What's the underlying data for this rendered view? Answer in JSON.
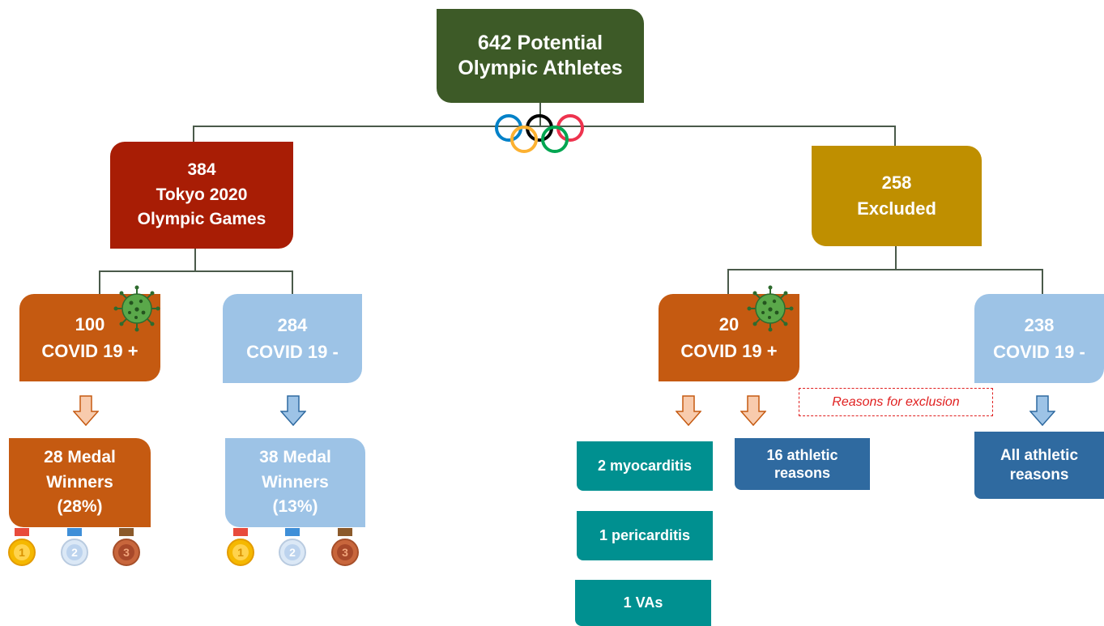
{
  "colors": {
    "top": "#3d5a27",
    "tokyo": "#a81d05",
    "excluded": "#bf8f00",
    "covid_pos": "#c55a11",
    "covid_neg": "#9dc3e6",
    "teal": "#009090",
    "blue": "#2f6aa0",
    "connector": "#4a5a4a",
    "exclusion_red": "#e02020"
  },
  "root": {
    "line1": "642 Potential",
    "line2": "Olympic Athletes",
    "icon": "olympic-rings-icon"
  },
  "tokyo": {
    "line1": "384",
    "line2": "Tokyo 2020",
    "line3": "Olympic Games"
  },
  "excluded": {
    "line1": "258",
    "line2": "Excluded"
  },
  "tokyo_pos": {
    "line1": "100",
    "line2": "COVID 19 +",
    "icon": "virus-icon"
  },
  "tokyo_neg": {
    "line1": "284",
    "line2": "COVID 19 -"
  },
  "excl_pos": {
    "line1": "20",
    "line2": "COVID 19 +",
    "icon": "virus-icon"
  },
  "excl_neg": {
    "line1": "238",
    "line2": "COVID 19 -"
  },
  "medal_pos": {
    "line1": "28 Medal",
    "line2": "Winners",
    "line3": "(28%)"
  },
  "medal_neg": {
    "line1": "38 Medal",
    "line2": "Winners",
    "line3": "(13%)"
  },
  "medals": [
    "1",
    "2",
    "3"
  ],
  "reasons_label": "Reasons for exclusion",
  "reasons": {
    "myocarditis": "2 myocarditis",
    "pericarditis": "1 pericarditis",
    "vas": "1 VAs",
    "athletic16_line1": "16 athletic",
    "athletic16_line2": "reasons",
    "all_athletic_line1": "All athletic",
    "all_athletic_line2": "reasons"
  }
}
